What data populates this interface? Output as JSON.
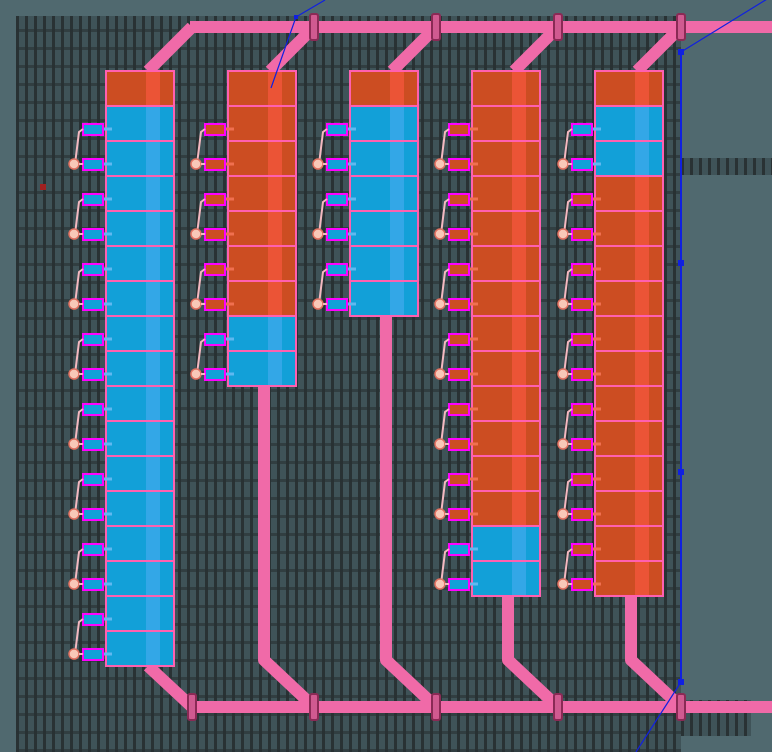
{
  "colors": {
    "hot": "#cc4d22",
    "hot_core": "#f0563a",
    "cold": "#12a0d8",
    "cold_core": "#3aa8ea",
    "pipe": "#f06aa8",
    "border": "#ff60b0",
    "sensor_border": "#ff00ff",
    "wire": "#1020e0"
  },
  "columns": [
    {
      "cells": [
        "hot",
        "cold",
        "cold",
        "cold",
        "cold",
        "cold",
        "cold",
        "cold",
        "cold",
        "cold",
        "cold",
        "cold",
        "cold",
        "cold",
        "cold",
        "cold",
        "cold"
      ],
      "sensors": [
        "cold",
        "cold",
        "cold",
        "cold",
        "cold",
        "cold",
        "cold",
        "cold",
        "cold",
        "cold",
        "cold",
        "cold",
        "cold",
        "cold",
        "cold",
        "cold"
      ]
    },
    {
      "cells": [
        "hot",
        "hot",
        "hot",
        "hot",
        "hot",
        "hot",
        "hot",
        "cold",
        "cold"
      ],
      "sensors": [
        "hot",
        "hot",
        "hot",
        "hot",
        "hot",
        "hot",
        "cold",
        "cold"
      ]
    },
    {
      "cells": [
        "hot",
        "cold",
        "cold",
        "cold",
        "cold",
        "cold",
        "cold"
      ],
      "sensors": [
        "cold",
        "cold",
        "cold",
        "cold",
        "cold",
        "cold"
      ]
    },
    {
      "cells": [
        "hot",
        "hot",
        "hot",
        "hot",
        "hot",
        "hot",
        "hot",
        "hot",
        "hot",
        "hot",
        "hot",
        "hot",
        "hot",
        "cold",
        "cold"
      ],
      "sensors": [
        "hot",
        "hot",
        "hot",
        "hot",
        "hot",
        "hot",
        "hot",
        "hot",
        "hot",
        "hot",
        "hot",
        "hot",
        "cold",
        "cold"
      ]
    },
    {
      "cells": [
        "hot",
        "cold",
        "cold",
        "hot",
        "hot",
        "hot",
        "hot",
        "hot",
        "hot",
        "hot",
        "hot",
        "hot",
        "hot",
        "hot",
        "hot"
      ],
      "sensors": [
        "cold",
        "cold",
        "hot",
        "hot",
        "hot",
        "hot",
        "hot",
        "hot",
        "hot",
        "hot",
        "hot",
        "hot",
        "hot",
        "hot"
      ]
    }
  ]
}
